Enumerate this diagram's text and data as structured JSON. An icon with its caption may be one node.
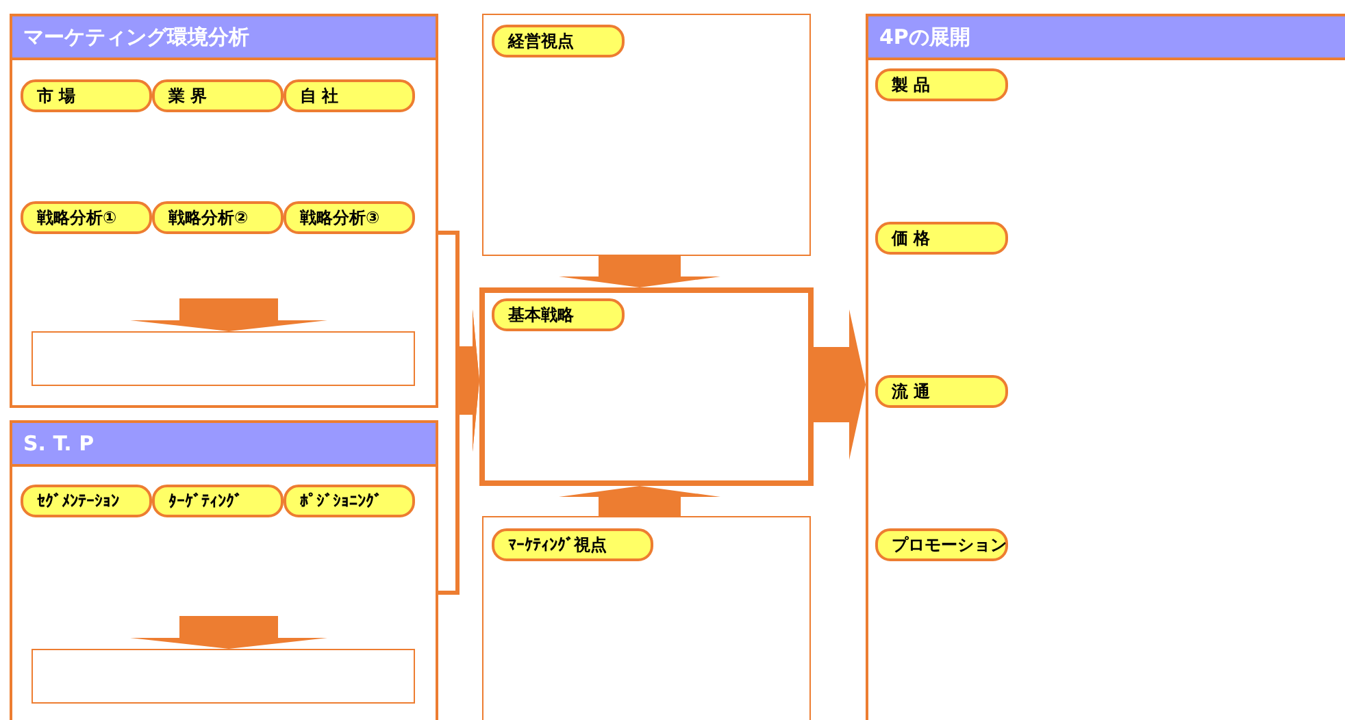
{
  "diagram": {
    "nodes": [
      {
        "text": [
          "マーケティング環境分析"
        ]
      },
      {
        "text": [
          "市 場"
        ],
        "in": 0
      },
      {
        "text": [
          "業 界"
        ],
        "in": 0
      },
      {
        "text": [
          "自 社"
        ],
        "in": 0
      },
      {
        "text": [
          "戦略分析①"
        ],
        "in": 0
      },
      {
        "text": [
          "戦略分析②"
        ],
        "in": 0
      },
      {
        "text": [
          "戦略分析③"
        ],
        "in": 0
      },
      {
        "text": [],
        "shape": "box",
        "in": 0
      },
      {
        "text": [
          "S. T. P"
        ]
      },
      {
        "text": [
          "ｾｸﾞﾒﾝﾃｰｼｮﾝ"
        ],
        "in": 8
      },
      {
        "text": [
          "ﾀｰｹﾞﾃｨﾝｸﾞ"
        ],
        "in": 8
      },
      {
        "text": [
          "ﾎﾟｼﾞｼｮﾆﾝｸﾞ"
        ],
        "in": 8
      },
      {
        "text": [],
        "shape": "box",
        "in": 8
      },
      {
        "text": [],
        "shape": "box"
      },
      {
        "text": [
          "経営視点"
        ],
        "in": 13
      },
      {
        "text": [],
        "shape": "box"
      },
      {
        "text": [
          "基本戦略"
        ],
        "in": 15
      },
      {
        "text": [],
        "shape": "box"
      },
      {
        "text": [
          "ﾏｰｹﾃｨﾝｸﾞ視点"
        ],
        "in": 17
      },
      {
        "text": [
          "4Pの展開"
        ]
      },
      {
        "text": [
          "製 品"
        ],
        "in": 19
      },
      {
        "text": [
          "価 格"
        ],
        "in": 19
      },
      {
        "text": [
          "流 通"
        ],
        "in": 19
      },
      {
        "text": [
          "プロモーション"
        ],
        "in": 19
      }
    ],
    "edges": [
      {
        "from": 0,
        "to": 15,
        "arrow": "to"
      },
      {
        "from": 8,
        "to": 15,
        "arrow": "to"
      },
      {
        "from": 13,
        "to": 15,
        "arrow": "to"
      },
      {
        "from": 17,
        "to": 15,
        "arrow": "to"
      },
      {
        "from": 15,
        "to": 19,
        "arrow": "to"
      },
      {
        "from": null,
        "to": 7,
        "arrow": "to"
      },
      {
        "from": null,
        "to": 12,
        "arrow": "to"
      }
    ]
  }
}
